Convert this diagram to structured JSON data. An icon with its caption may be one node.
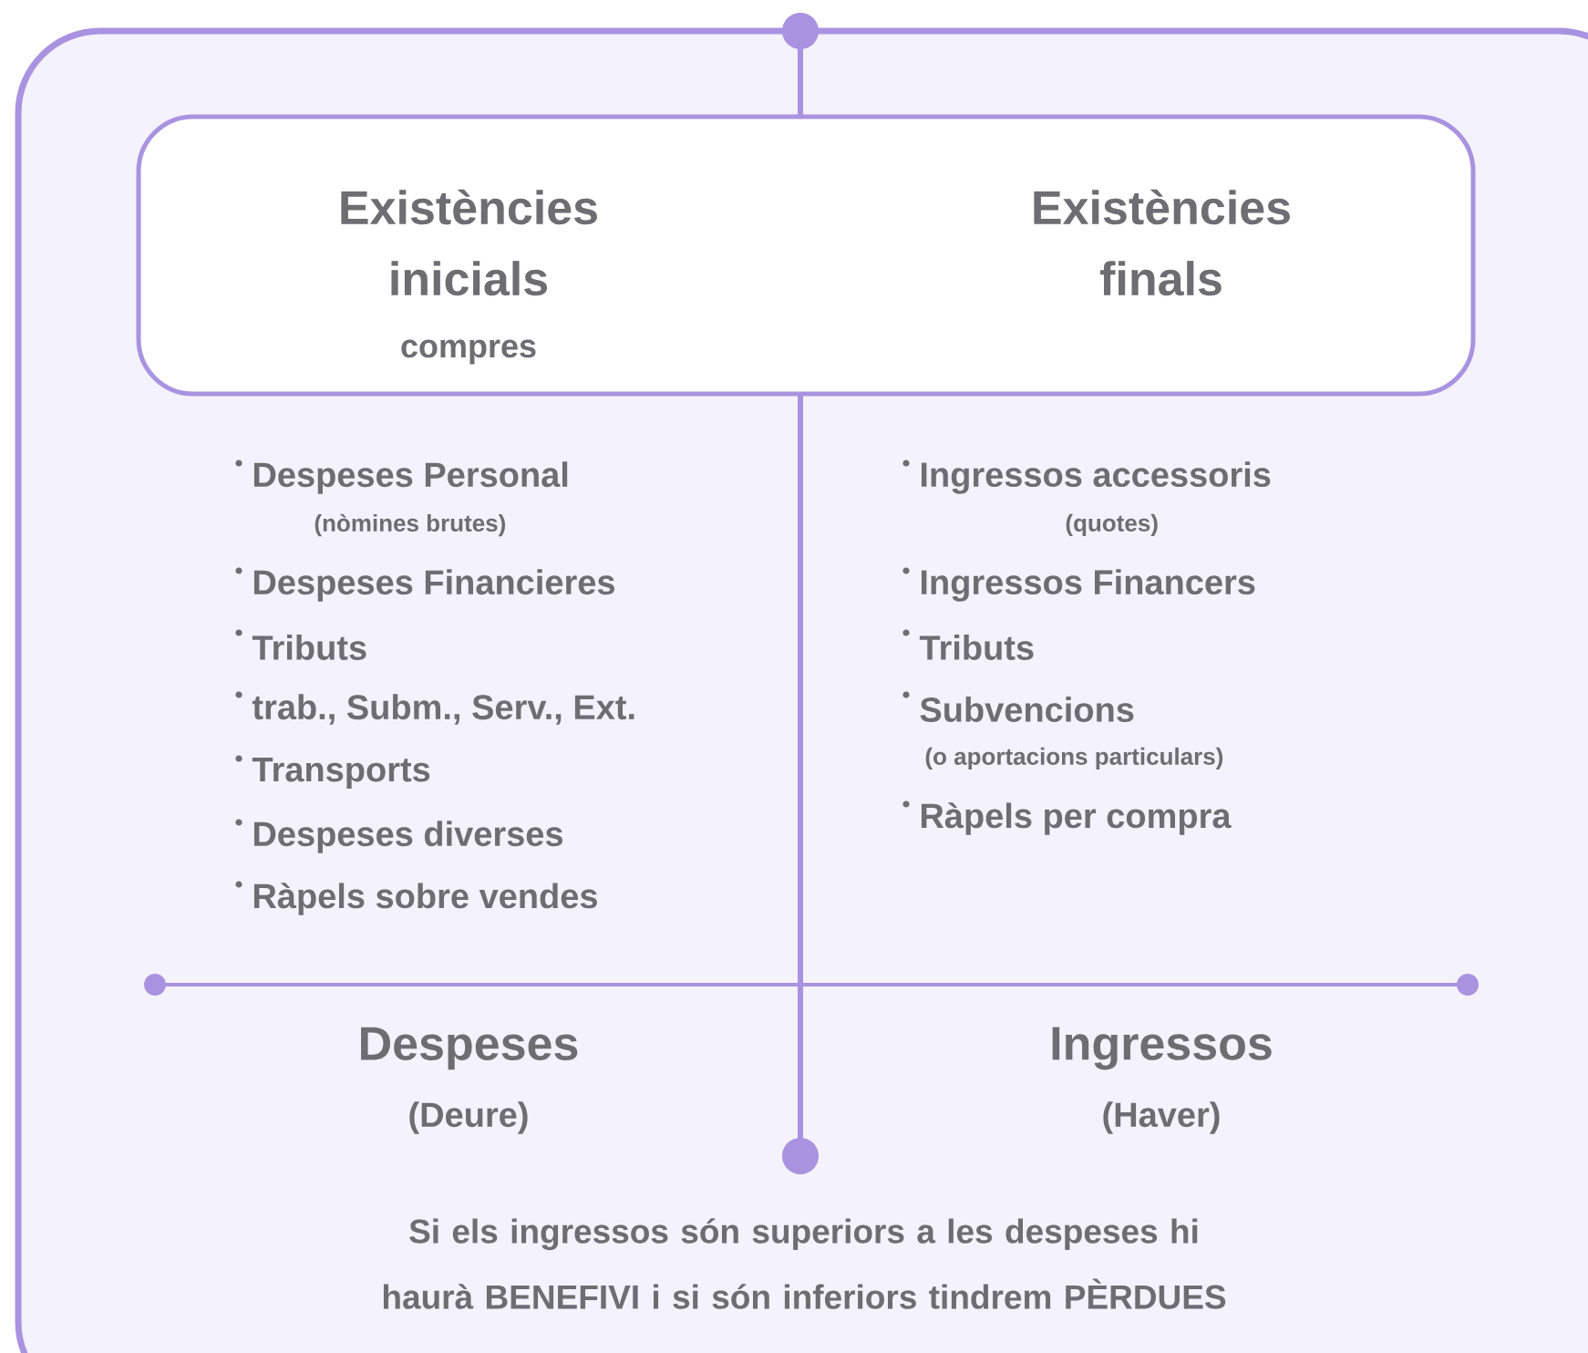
{
  "diagram": {
    "nodes": [
      {
        "text": [
          "Existències inicials",
          "compres",
          "Existències finals"
        ]
      }
    ],
    "labels": [
      "Despeses Personal",
      "(nòmines brutes)",
      "Despeses Financieres",
      "Tributs",
      "trab., Subm., Serv., Ext.",
      "Transports",
      "Despeses diverses",
      "Ràpels sobre vendes",
      "Ingressos accessoris",
      "(quotes)",
      "Ingressos Financers",
      "Tributs",
      "Subvencions",
      "(o aportacions particulars)",
      "Ràpels per compra",
      "Despeses",
      "(Deure)",
      "Ingressos",
      "(Haver)",
      "Si els ingressos són superiors a les despeses hi haurà BENEFIVI i si són inferiors tindrem PÈRDUES"
    ]
  }
}
